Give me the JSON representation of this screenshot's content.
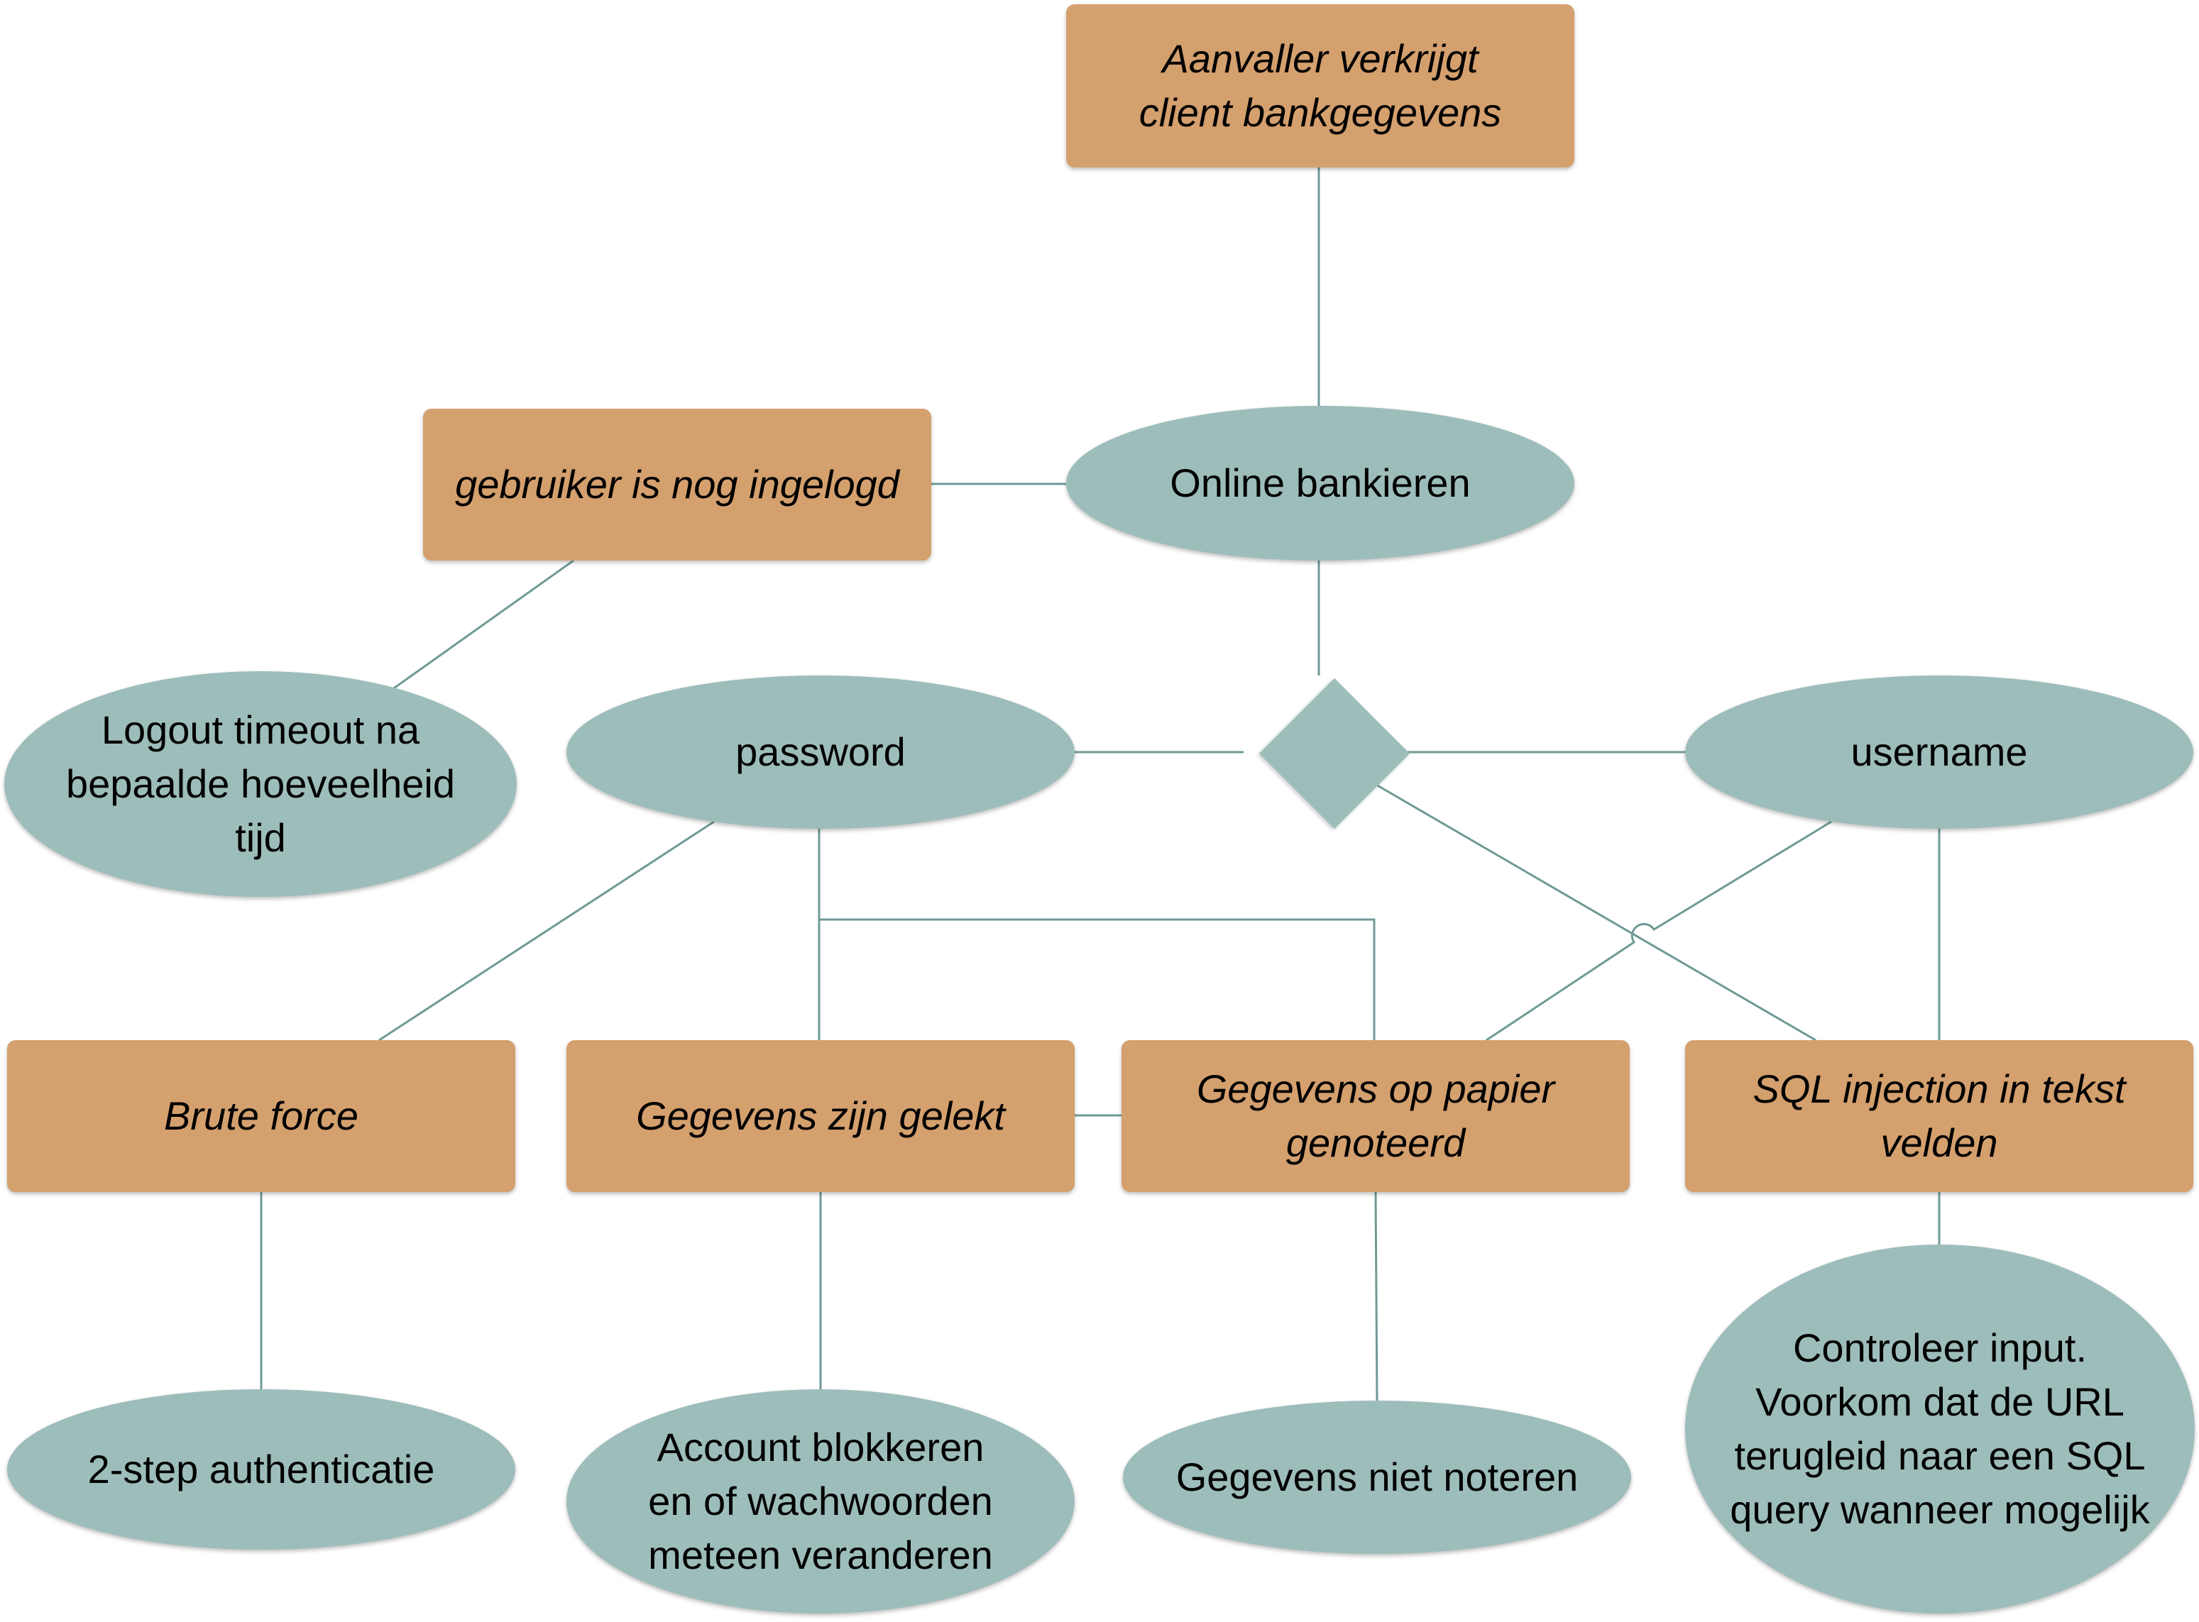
{
  "colors": {
    "rect_fill": "#d4a06e",
    "ellipse_fill": "#9dbdba",
    "line": "#6f9a96"
  },
  "nodes": {
    "aanvaller": "Aanvaller verkrijgt\nclient bankgegevens",
    "online_bankieren": "Online bankieren",
    "ingelogd": "gebruiker is nog ingelogd",
    "logout": "Logout timeout na\nbepaalde hoeveelheid\ntijd",
    "password": "password",
    "username": "username",
    "brute_force": "Brute force",
    "gelekt": "Gegevens zijn gelekt",
    "papier": "Gegevens op papier\ngenoteerd",
    "sql": "SQL injection in tekst\nvelden",
    "two_step": "2-step authenticatie",
    "blokkeren": "Account blokkeren\nen of wachwoorden\nmeteen veranderen",
    "niet_noteren": "Gegevens niet noteren",
    "controleer": "Controleer input.\nVoorkom dat de URL\nterugleid naar een SQL\nquery wanneer mogelijk"
  },
  "gate": "and-gate-diamond"
}
